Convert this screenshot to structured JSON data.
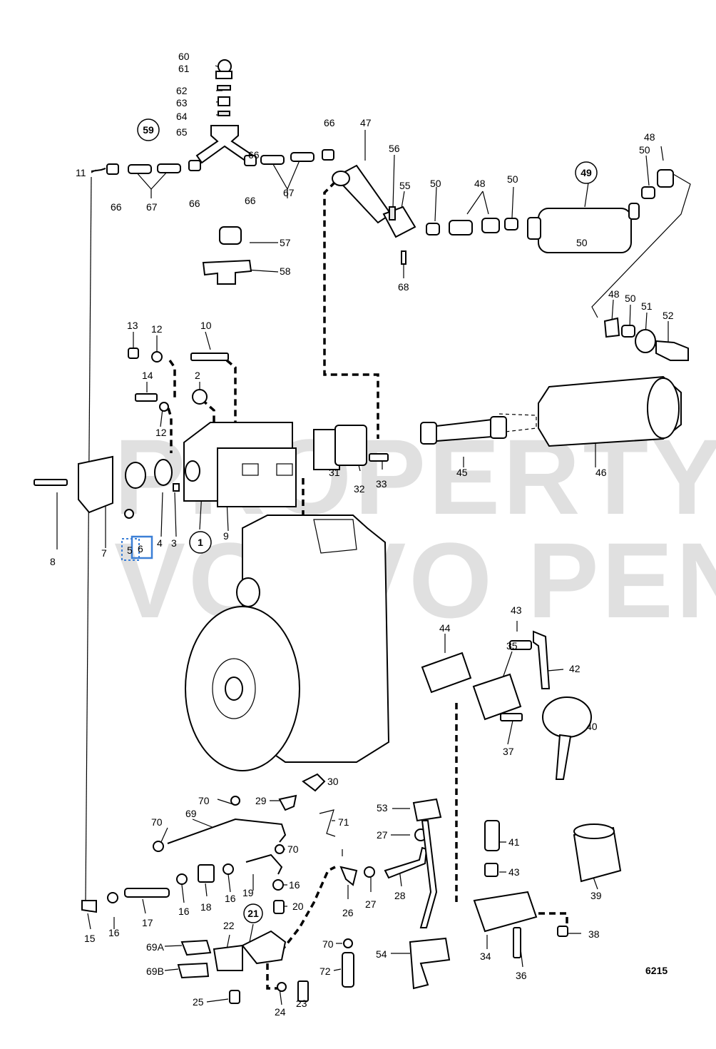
{
  "watermark": {
    "line1": "PROPERTY OF",
    "line2": "VOLVO PENTA"
  },
  "reference_number": "6215",
  "highlight": {
    "color": "#3b7fd6"
  },
  "circled_labels": [
    "59",
    "49",
    "1",
    "21"
  ],
  "parts": {
    "p1": "1",
    "p2": "2",
    "p3": "3",
    "p4": "4",
    "p5": "5",
    "p6": "6",
    "p7": "7",
    "p8": "8",
    "p9": "9",
    "p10": "10",
    "p11": "11",
    "p12a": "12",
    "p12b": "12",
    "p13": "13",
    "p14": "14",
    "p15": "15",
    "p16a": "16",
    "p16b": "16",
    "p16c": "16",
    "p16d": "16",
    "p17": "17",
    "p18": "18",
    "p19": "19",
    "p20": "20",
    "p22": "22",
    "p23": "23",
    "p24": "24",
    "p25": "25",
    "p26": "26",
    "p27a": "27",
    "p27b": "27",
    "p28": "28",
    "p29": "29",
    "p30": "30",
    "p31": "31",
    "p32": "32",
    "p33": "33",
    "p34": "34",
    "p35": "35",
    "p36": "36",
    "p37": "37",
    "p38": "38",
    "p39": "39",
    "p40": "40",
    "p41": "41",
    "p42": "42",
    "p43a": "43",
    "p43b": "43",
    "p44": "44",
    "p45": "45",
    "p46": "46",
    "p47": "47",
    "p48a": "48",
    "p48b": "48",
    "p48c": "48",
    "p50a": "50",
    "p50b": "50",
    "p50c": "50",
    "p50d": "50",
    "p50e": "50",
    "p51": "51",
    "p52": "52",
    "p53": "53",
    "p54": "54",
    "p55": "55",
    "p56": "56",
    "p57": "57",
    "p58": "58",
    "p60": "60",
    "p61": "61",
    "p62": "62",
    "p63": "63",
    "p64": "64",
    "p65": "65",
    "p66a": "66",
    "p66b": "66",
    "p66c": "66",
    "p66d": "66",
    "p66e": "66",
    "p67a": "67",
    "p67b": "67",
    "p68": "68",
    "p69": "69",
    "p69A": "69A",
    "p69B": "69B",
    "p70a": "70",
    "p70b": "70",
    "p70c": "70",
    "p70d": "70",
    "p71": "71",
    "p72": "72"
  }
}
